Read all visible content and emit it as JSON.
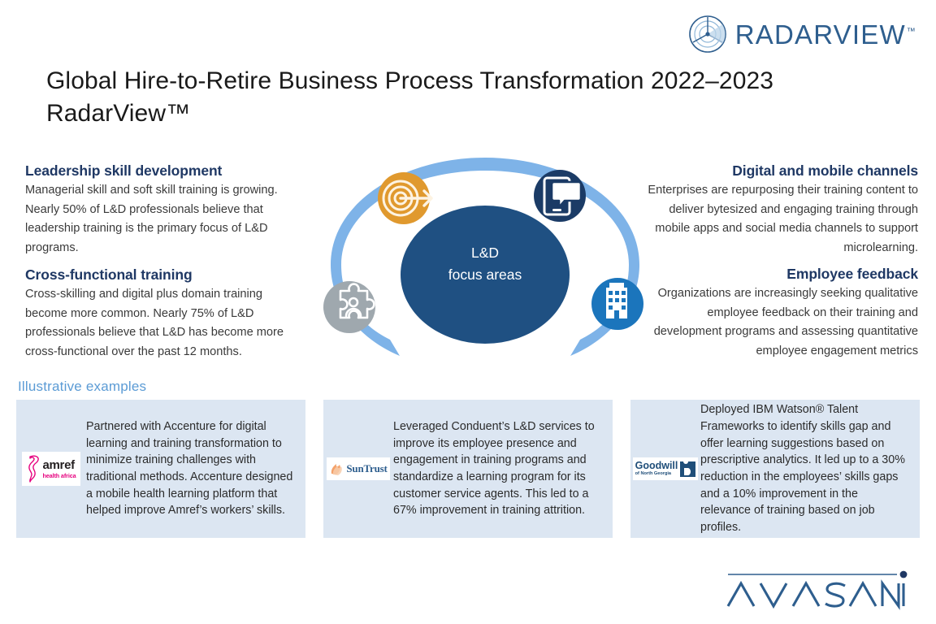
{
  "brand": {
    "radarview_wordmark": "RADARVIEW",
    "radarview_tm": "™",
    "radarview_icon": "radar-dial-icon",
    "avasant_wordmark": "AVASANT",
    "avasant_icon": "avasant-logo"
  },
  "header": {
    "title": "Global Hire-to-Retire Business Process Transformation 2022–2023 RadarView™"
  },
  "diagram": {
    "core_line1": "L&D",
    "core_line2": "focus areas",
    "core_color": "#1F5082",
    "arc_color": "#7EB3E8",
    "nodes": [
      {
        "name": "target-icon",
        "label": "target-bullseye",
        "color": "#E0992E"
      },
      {
        "name": "mobile-chat-icon",
        "label": "mobile-feedback",
        "color": "#1B3B66"
      },
      {
        "name": "puzzle-person-icon",
        "label": "cross-functional",
        "color": "#9FA8AE"
      },
      {
        "name": "building-icon",
        "label": "organization",
        "color": "#1B75BC"
      }
    ]
  },
  "left_column": [
    {
      "heading": "Leadership skill development",
      "body": "Managerial skill and soft skill training is growing. Nearly 50% of L&D professionals believe that leadership training is the primary focus of L&D programs."
    },
    {
      "heading": "Cross-functional training",
      "body": "Cross-skilling and digital plus domain training become more common. Nearly 75% of L&D professionals believe that L&D has become more cross-functional over the past 12 months."
    }
  ],
  "right_column": [
    {
      "heading": "Digital and mobile channels",
      "body": "Enterprises are repurposing their training content to deliver bytesized and engaging training through mobile apps and social media channels to support microlearning."
    },
    {
      "heading": "Employee feedback",
      "body": "Organizations are increasingly seeking qualitative employee feedback on their training and development programs and assessing quantitative employee engagement metrics"
    }
  ],
  "examples": {
    "heading": "Illustrative examples",
    "card_bg": "#DCE6F2",
    "items": [
      {
        "logo_name": "amref-health-africa-logo",
        "logo_primary": "amref",
        "logo_secondary": "health africa",
        "text": "Partnered with Accenture for digital learning and training transformation to minimize training challenges with traditional methods. Accenture designed a mobile health learning platform that helped improve Amref’s workers’ skills."
      },
      {
        "logo_name": "suntrust-logo",
        "logo_primary": "SunTrust",
        "logo_secondary": "",
        "text": "Leveraged Conduent’s L&D services to improve its employee presence and engagement in training programs and standardize a learning program for its customer service agents. This led to a 67% improvement in training attrition."
      },
      {
        "logo_name": "goodwill-north-georgia-logo",
        "logo_primary": "Goodwill",
        "logo_secondary": "of North Georgia",
        "text": "Deployed IBM Watson® Talent Frameworks to identify skills gap and offer learning suggestions based on prescriptive analytics. It led up to a 30% reduction in the employees’ skills gaps and a 10% improvement in the relevance of training based on job profiles."
      }
    ]
  }
}
